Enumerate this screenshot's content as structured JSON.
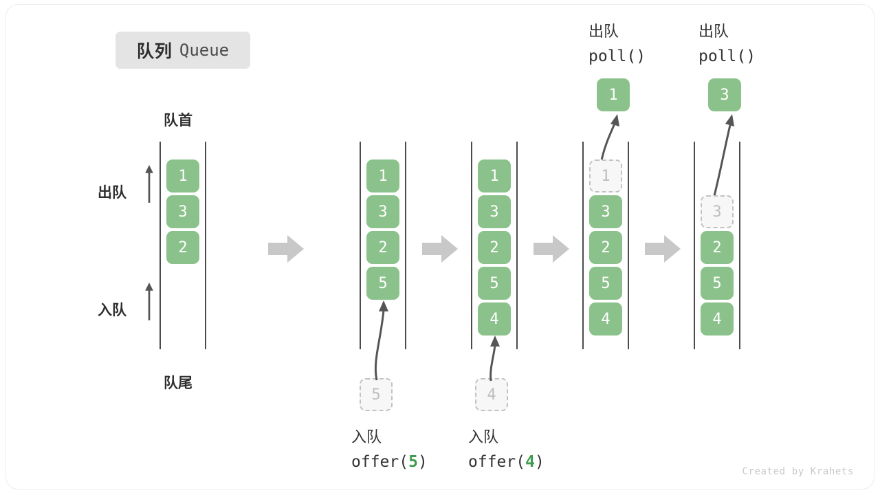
{
  "title": {
    "cn": "队列",
    "en": "Queue"
  },
  "labels": {
    "head": "队首",
    "tail": "队尾",
    "dequeue": "出队",
    "enqueue": "入队"
  },
  "watermark": "Created by Krahets",
  "colors": {
    "cell_fill": "#8bc28b",
    "cell_text": "#ffffff",
    "ghost_fill": "#f7f7f7",
    "ghost_border": "#c2c2c2",
    "ghost_text": "#bdbdbd",
    "rail": "#4b4b4b",
    "badge_bg": "#e4e4e4",
    "transition_arrow": "#c8c8c8",
    "accent_green": "#3f9b4f",
    "text": "#333333"
  },
  "steps": [
    {
      "id": "initial",
      "cells": [
        "1",
        "3",
        "2"
      ],
      "ghost": null,
      "popped": null,
      "op_cn": null,
      "op_code": null,
      "op_arg": null
    },
    {
      "id": "offer-5",
      "cells": [
        "1",
        "3",
        "2",
        "5"
      ],
      "ghost": "5",
      "popped": null,
      "op_cn": "入队",
      "op_code_prefix": "offer(",
      "op_arg": "5",
      "op_code_suffix": ")"
    },
    {
      "id": "offer-4",
      "cells": [
        "1",
        "3",
        "2",
        "5",
        "4"
      ],
      "ghost": "4",
      "popped": null,
      "op_cn": "入队",
      "op_code_prefix": "offer(",
      "op_arg": "4",
      "op_code_suffix": ")"
    },
    {
      "id": "poll-1",
      "cells": [
        "3",
        "2",
        "5",
        "4"
      ],
      "ghost": "1",
      "popped": "1",
      "op_cn": "出队",
      "op_code_prefix": "poll(",
      "op_arg": "",
      "op_code_suffix": ")"
    },
    {
      "id": "poll-3",
      "cells": [
        "2",
        "5",
        "4"
      ],
      "ghost": "3",
      "popped": "3",
      "op_cn": "出队",
      "op_code_prefix": "poll(",
      "op_arg": "",
      "op_code_suffix": ")"
    }
  ],
  "transition_arrows": [
    {
      "name": "transition-arrow-1"
    },
    {
      "name": "transition-arrow-2"
    },
    {
      "name": "transition-arrow-3"
    },
    {
      "name": "transition-arrow-4"
    }
  ]
}
